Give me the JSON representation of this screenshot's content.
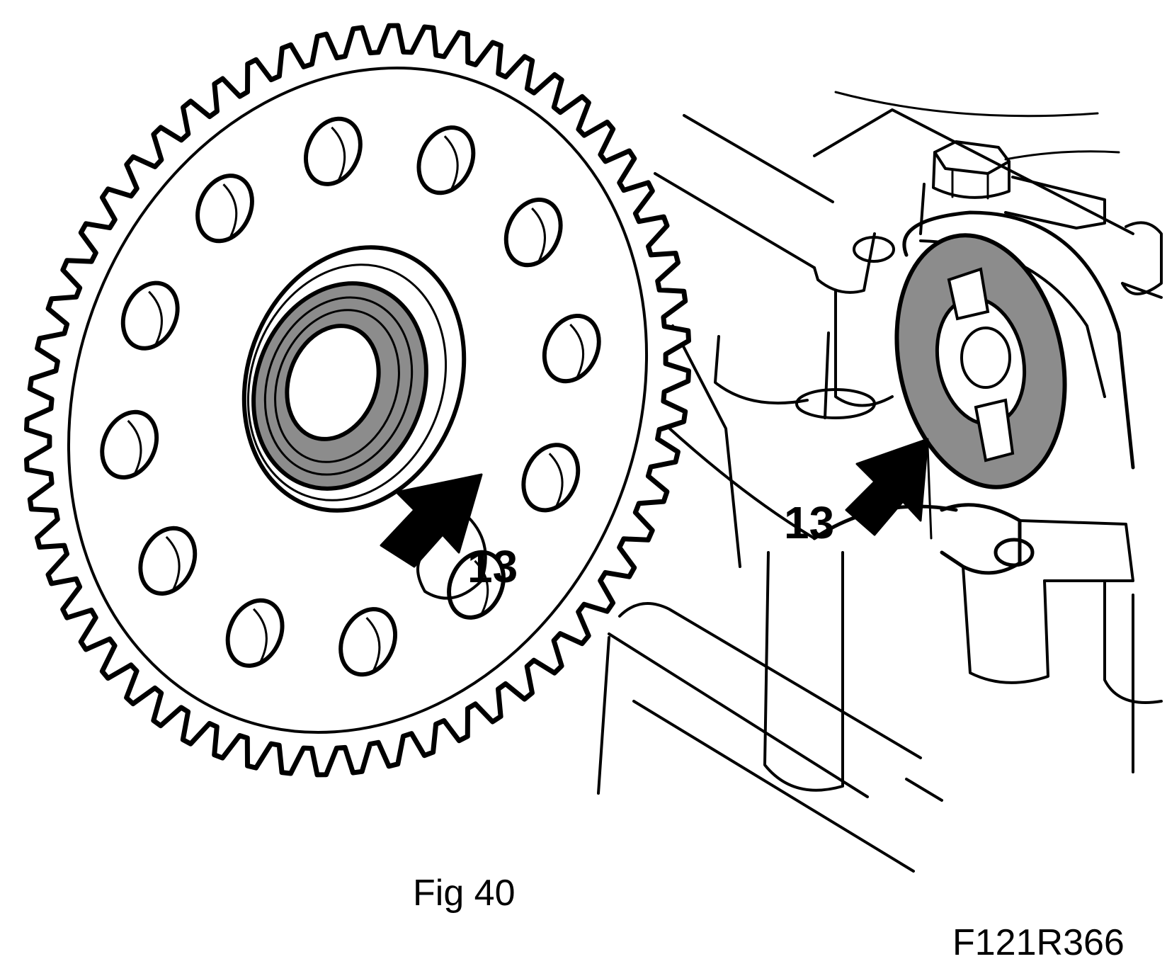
{
  "figure": {
    "caption": "Fig 40",
    "reference_code": "F121R366",
    "callouts": [
      {
        "label": "13"
      },
      {
        "label": "13"
      }
    ]
  },
  "colors": {
    "line": "#000000",
    "seal_fill": "#8c8c8c",
    "background": "#ffffff"
  }
}
